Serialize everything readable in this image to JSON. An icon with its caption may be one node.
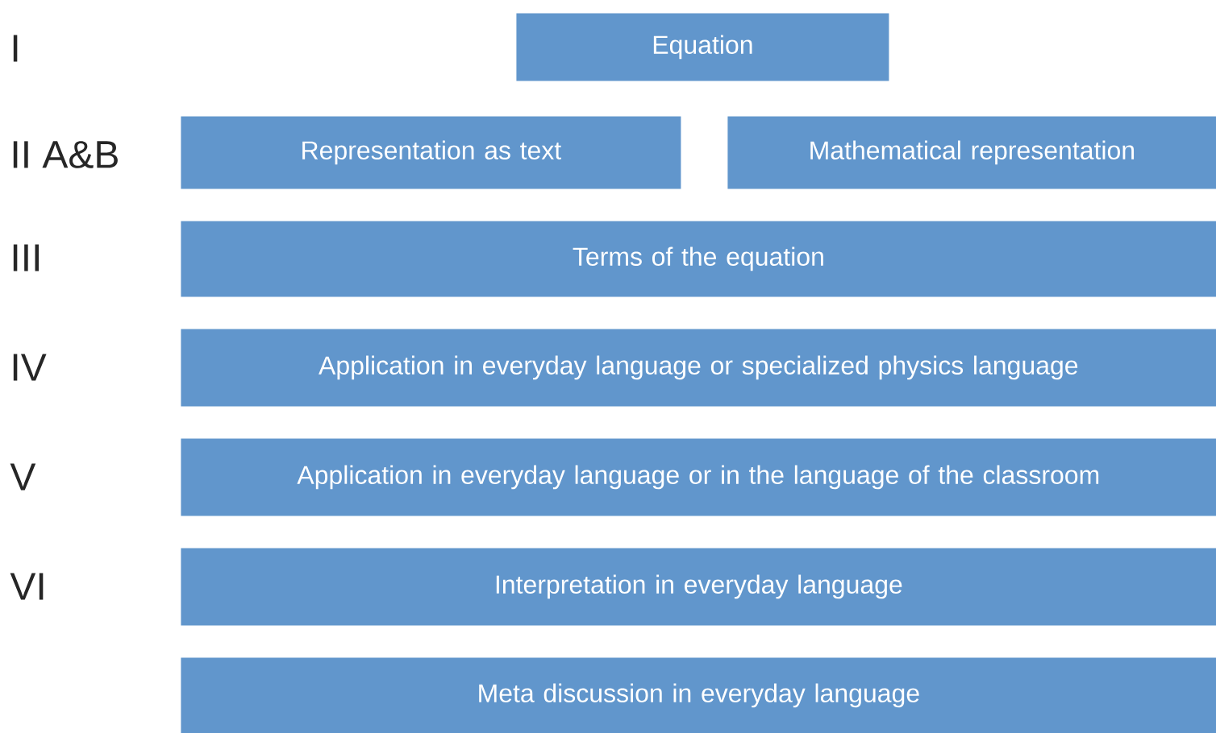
{
  "diagram": {
    "nodes": [
      {
        "text": [
          "Equation"
        ]
      },
      {
        "text": [
          "Representation as text"
        ]
      },
      {
        "text": [
          "Mathematical representation"
        ]
      },
      {
        "text": [
          "Terms of the equation"
        ]
      },
      {
        "text": [
          "Application in everyday language or specialized physics language"
        ]
      },
      {
        "text": [
          "Application in everyday language or in the language of the classroom"
        ]
      },
      {
        "text": [
          "Interpretation in everyday language"
        ]
      },
      {
        "text": [
          "Meta discussion in everyday language"
        ]
      }
    ],
    "labels": [
      "I",
      "II A&B",
      "III",
      "IV",
      "V",
      "VI"
    ]
  }
}
